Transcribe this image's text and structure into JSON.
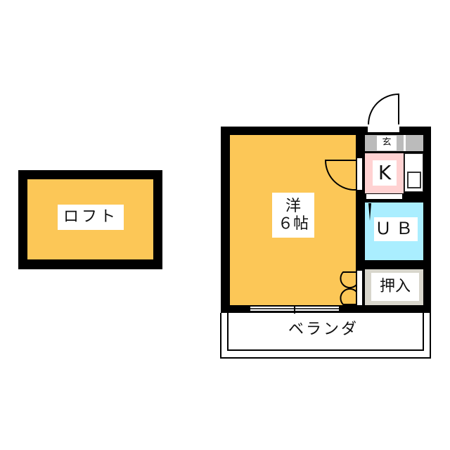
{
  "floorplan": {
    "colors": {
      "wall": "#000000",
      "western_room": "#FCC757",
      "loft": "#FCC757",
      "kitchen": "#FFD2D2",
      "bath": "#AAEEFF",
      "closet": "#D8D6CC",
      "entrance": "#BBBBBB",
      "balcony": "#FFFFFF"
    },
    "loft": {
      "label": "ロフト"
    },
    "western_room": {
      "label_line1": "洋",
      "label_line2": "６帖"
    },
    "kitchen": {
      "label": "K"
    },
    "entrance": {
      "label": "玄"
    },
    "bath": {
      "label": "ＵＢ"
    },
    "closet": {
      "label": "押入"
    },
    "balcony": {
      "label": "ベランダ"
    }
  }
}
